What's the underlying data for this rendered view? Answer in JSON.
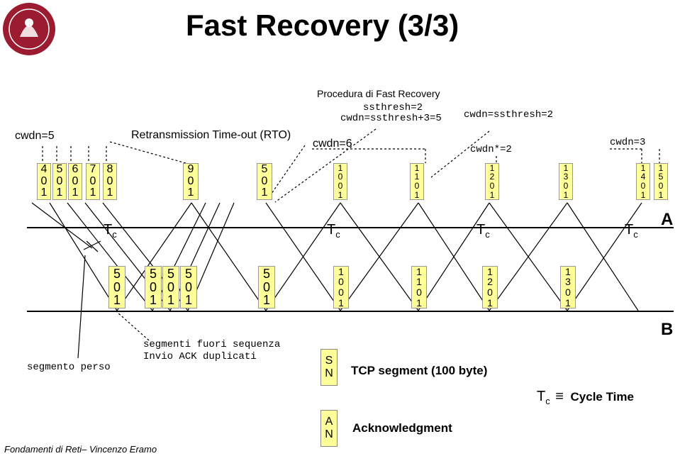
{
  "title": "Fast Recovery (3/3)",
  "footer": "Fondamenti di Reti– Vincenzo Eramo",
  "labels": {
    "cwdn5": "cwdn=5",
    "rto": "Retransmission Time-out (RTO)",
    "cwdn6": "cwdn=6",
    "procedure": "Procedura di Fast Recovery",
    "ssthresh2": "ssthresh=2",
    "cwdn_ss3": "cwdn=ssthresh+3=5",
    "cwdn_ss": "cwdn=ssthresh=2",
    "cwdn_star": "cwdn*=2",
    "cwdn3": "cwdn=3",
    "host_a": "A",
    "host_b": "B",
    "lost": "segmento perso",
    "out_of_order_1": "segmenti fuori sequenza",
    "out_of_order_2": "Invio ACK duplicati",
    "cycle_time_symbol": "≡",
    "cycle_time": "Cycle Time",
    "tc_main": "T",
    "tc_sub": "c"
  },
  "segments": [
    [
      "4",
      "0",
      "1"
    ],
    [
      "5",
      "0",
      "1"
    ],
    [
      "6",
      "0",
      "1"
    ],
    [
      "7",
      "0",
      "1"
    ],
    [
      "8",
      "0",
      "1"
    ],
    [
      "9",
      "0",
      "1"
    ],
    [
      "5",
      "0",
      "1"
    ],
    [
      "1",
      "0",
      "0",
      "1"
    ],
    [
      "1",
      "1",
      "0",
      "1"
    ],
    [
      "1",
      "2",
      "0",
      "1"
    ],
    [
      "1",
      "3",
      "0",
      "1"
    ],
    [
      "1",
      "4",
      "0",
      "1"
    ],
    [
      "1",
      "5",
      "0",
      "1"
    ]
  ],
  "acks": [
    [
      "5",
      "0",
      "1"
    ],
    [
      "5",
      "0",
      "1"
    ],
    [
      "5",
      "0",
      "1"
    ],
    [
      "5",
      "0",
      "1"
    ],
    [
      "5",
      "0",
      "1"
    ],
    [
      "1",
      "0",
      "0",
      "1"
    ],
    [
      "1",
      "1",
      "0",
      "1"
    ],
    [
      "1",
      "2",
      "0",
      "1"
    ],
    [
      "1",
      "3",
      "0",
      "1"
    ]
  ],
  "legend": {
    "segment_box": [
      "S",
      "N"
    ],
    "segment_text": "TCP segment (100 byte)",
    "ack_box": [
      "A",
      "N"
    ],
    "ack_text": "Acknowledgment"
  },
  "colors": {
    "box_fill": "#ffff99",
    "logo": "#9b1b30"
  }
}
